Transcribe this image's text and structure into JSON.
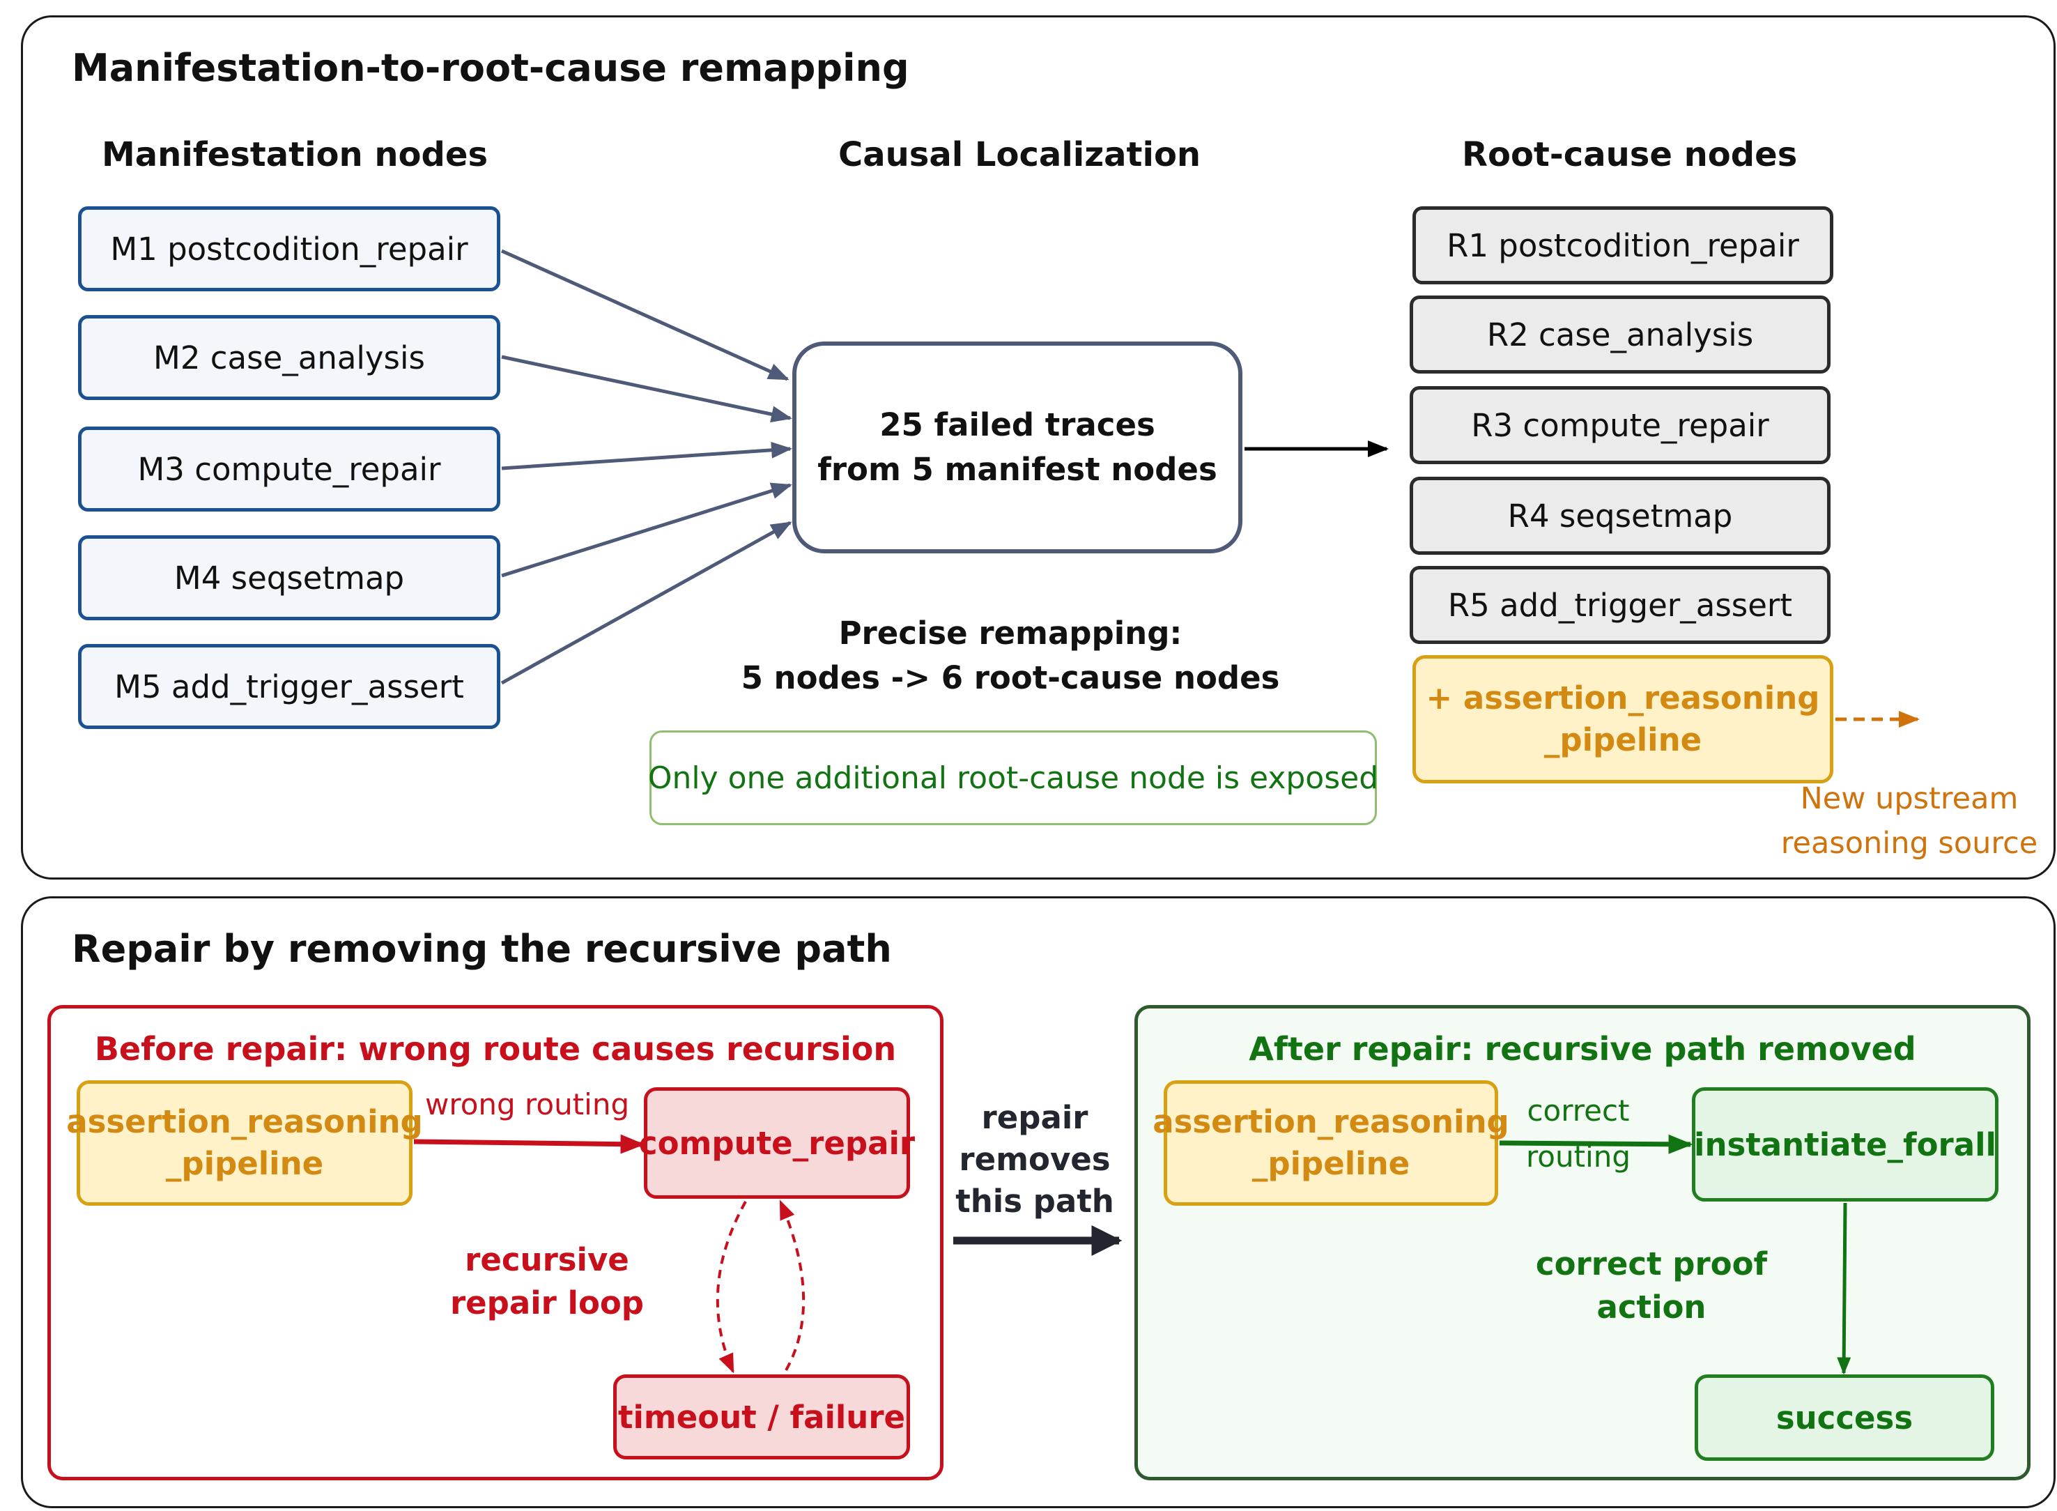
{
  "top_panel": {
    "title": "Manifestation-to-root-cause remapping",
    "manifest_header": "Manifestation nodes",
    "center_header": "Causal Localization",
    "root_header": "Root-cause nodes",
    "manifest_nodes": [
      "M1 postcodition_repair",
      "M2 case_analysis",
      "M3 compute_repair",
      "M4 seqsetmap",
      "M5 add_trigger_assert"
    ],
    "center_box": "25 failed traces\nfrom 5 manifest nodes",
    "remap_text": "Precise remapping:\n5 nodes -> 6 root-cause nodes",
    "note": "Only one additional root-cause node is exposed",
    "root_nodes": [
      "R1 postcodition_repair",
      "R2 case_analysis",
      "R3 compute_repair",
      "R4 seqsetmap",
      "R5 add_trigger_assert"
    ],
    "new_root_node": "+ assertion_reasoning\n_pipeline",
    "new_source_label": "New upstream\nreasoning source"
  },
  "bottom_panel": {
    "title": "Repair by removing the recursive path",
    "before": {
      "title": "Before repair: wrong route causes recursion",
      "source_node": "assertion_reasoning\n_pipeline",
      "edge_label": "wrong routing",
      "target_node": "compute_repair",
      "loop_label": "recursive\nrepair loop",
      "failure_node": "timeout / failure"
    },
    "transition_label": "repair\nremoves\nthis path",
    "after": {
      "title": "After repair: recursive path removed",
      "source_node": "assertion_reasoning\n_pipeline",
      "edge_label": "correct\nrouting",
      "target_node": "instantiate_forall",
      "action_label": "correct proof\naction",
      "success_node": "success"
    }
  },
  "colors": {
    "manifest_border": "#1b5192",
    "manifest_fill": "#f3f7fc",
    "root_fill": "#ebebeb",
    "arrow_slate": "#4e5a77",
    "highlight_orange": "#d38a12",
    "highlight_fill": "#fff1c8",
    "before_red": "#c8101d",
    "after_green": "#127312"
  }
}
